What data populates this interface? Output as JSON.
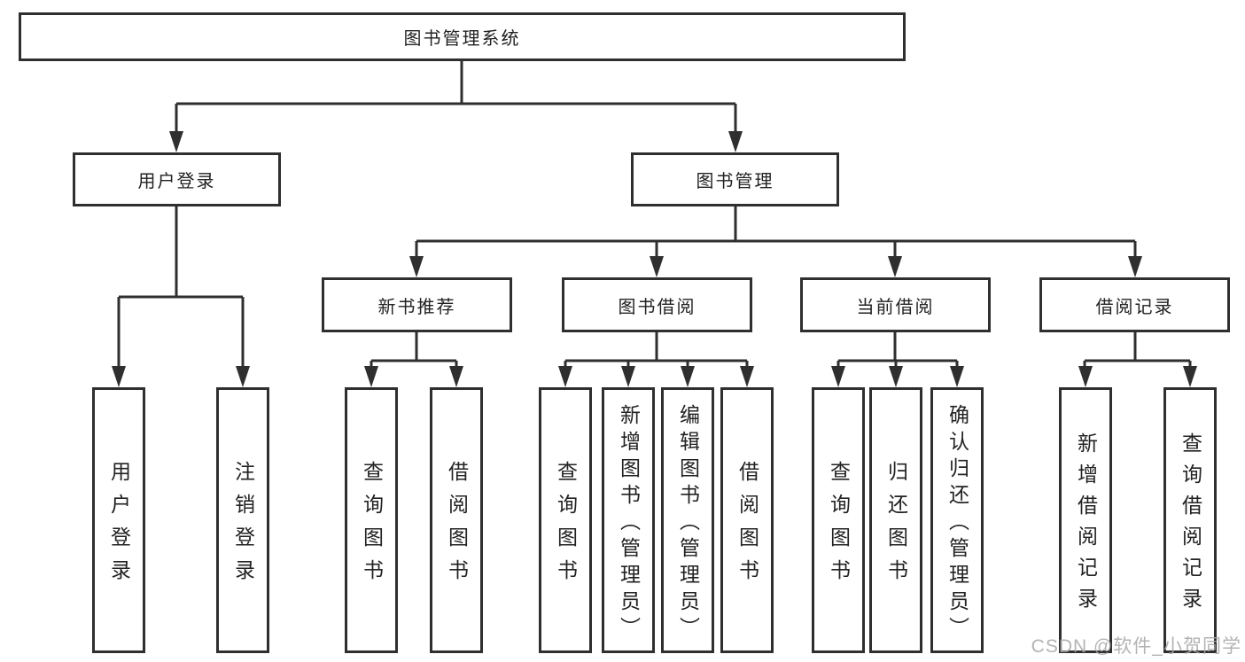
{
  "tree": {
    "label": "图书管理系统",
    "children": [
      {
        "label": "用户登录",
        "children": [
          {
            "label": "用户登录"
          },
          {
            "label": "注销登录"
          }
        ]
      },
      {
        "label": "图书管理",
        "children": [
          {
            "label": "新书推荐",
            "children": [
              {
                "label": "查询图书"
              },
              {
                "label": "借阅图书"
              }
            ]
          },
          {
            "label": "图书借阅",
            "children": [
              {
                "label": "查询图书"
              },
              {
                "label": "新增图书（管理员）"
              },
              {
                "label": "编辑图书（管理员）"
              },
              {
                "label": "借阅图书"
              }
            ]
          },
          {
            "label": "当前借阅",
            "children": [
              {
                "label": "查询图书"
              },
              {
                "label": "归还图书"
              },
              {
                "label": "确认归还（管理员）"
              }
            ]
          },
          {
            "label": "借阅记录",
            "children": [
              {
                "label": "新增借阅记录"
              },
              {
                "label": "查询借阅记录"
              }
            ]
          }
        ]
      }
    ]
  },
  "watermark": {
    "text": "CSDN @软件_小贺同学"
  },
  "colors": {
    "line": "#2f2f2f",
    "box_border": "#2f2f2f",
    "box_fill": "#ffffff",
    "text": "#222222",
    "watermark": "#a8a8a8"
  }
}
